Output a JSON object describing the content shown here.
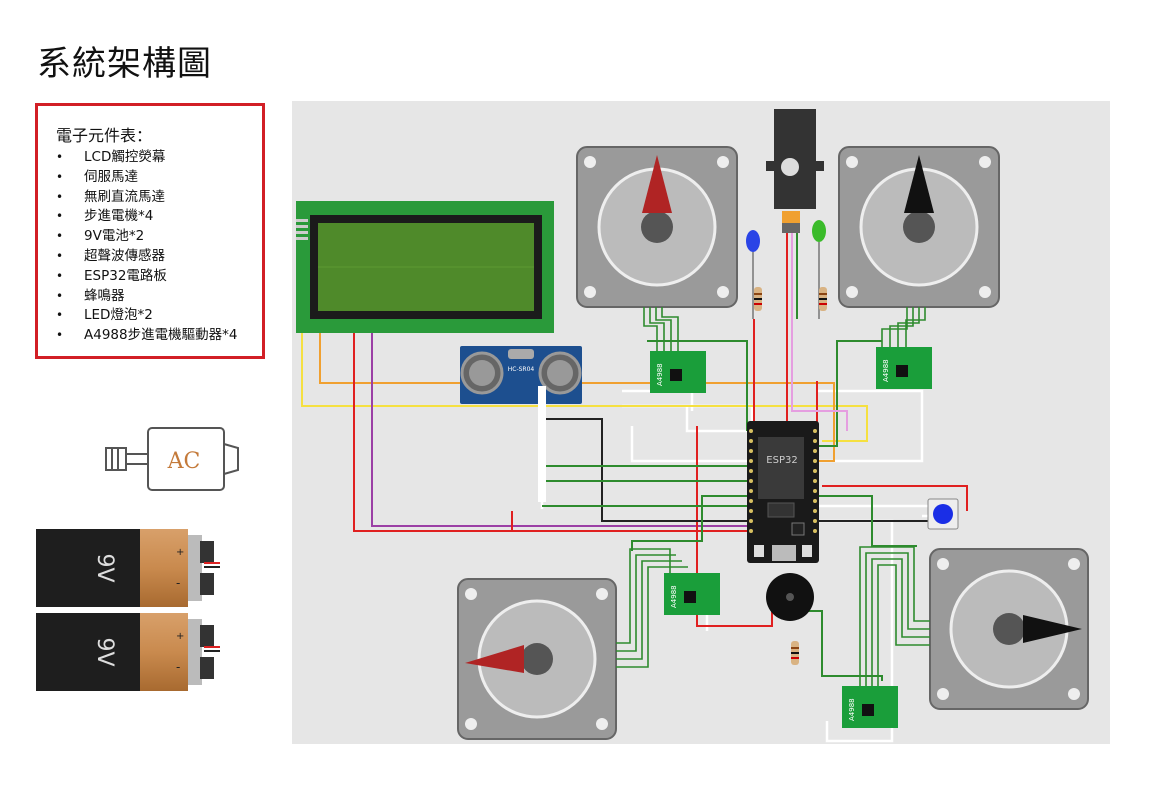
{
  "page": {
    "title": "系統架構圖"
  },
  "components": {
    "heading": "電子元件表：",
    "items": [
      "LCD觸控熒幕",
      "伺服馬達",
      "無刷直流馬達",
      "步進電機*4",
      "9V電池*2",
      "超聲波傳感器",
      "ESP32電路板",
      "蜂鳴器",
      "LED燈泡*2",
      "A4988步進電機驅動器*4"
    ]
  },
  "motor_icon": {
    "label": "AC"
  },
  "batteries": {
    "label": "9V",
    "plus": "+",
    "minus": "-"
  },
  "circuit": {
    "esp32_label": "ESP32",
    "driver_label": "A4988",
    "ultrasonic_label": "HC-SR04",
    "colors": {
      "background": "#e6e6e6",
      "wire_red": "#e02020",
      "wire_green": "#2e8b2e",
      "wire_orange": "#f0a030",
      "wire_yellow": "#f5e040",
      "wire_purple": "#9b3fa5",
      "wire_white": "#ffffff",
      "wire_black": "#222222",
      "pcb_green": "#1a9e3a",
      "lcd_green": "#3e8f2a"
    }
  }
}
